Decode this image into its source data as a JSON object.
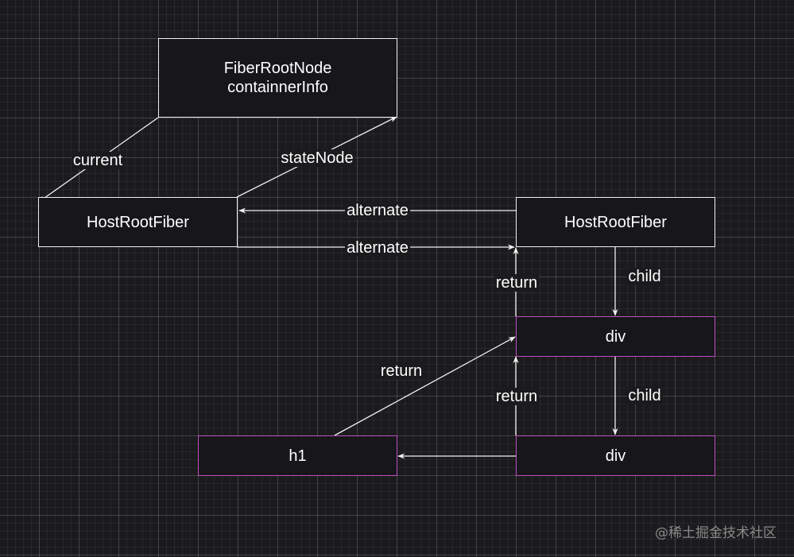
{
  "nodes": {
    "fiber_root_node": {
      "line1": "FiberRootNode",
      "line2": "containnerInfo"
    },
    "host_root_fiber_current": {
      "label": "HostRootFiber"
    },
    "host_root_fiber_wip": {
      "label": "HostRootFiber"
    },
    "div_outer": {
      "label": "div"
    },
    "div_inner": {
      "label": "div"
    },
    "h1": {
      "label": "h1"
    }
  },
  "edges": {
    "current": "current",
    "state_node": "stateNode",
    "alternate_top": "alternate",
    "alternate_bottom": "alternate",
    "child_1": "child",
    "child_2": "child",
    "return_div_outer": "return",
    "return_div_inner": "return",
    "return_h1": "return"
  },
  "watermark": "@稀土掘金技术社区",
  "colors": {
    "background": "#1b1a1d",
    "fiber_border": "#f2f2f2",
    "dom_border": "#c050c4",
    "edge": "#f2f2f2"
  }
}
